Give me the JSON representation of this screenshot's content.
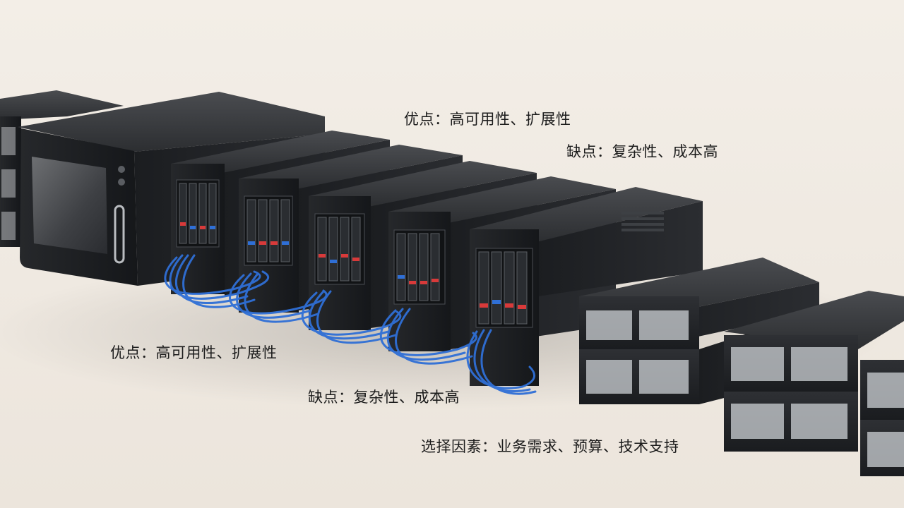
{
  "labels": {
    "pros_top": "优点：高可用性、扩展性",
    "cons_top": "缺点：复杂性、成本高",
    "pros_bottom": "优点：高可用性、扩展性",
    "cons_bottom": "缺点：复杂性、成本高",
    "factors": "选择因素：业务需求、预算、技术支持"
  },
  "colors": {
    "background": "#efe9e1",
    "server_body": "#1e2022",
    "server_top": "#3a3c3f",
    "cable": "#2f6fd6",
    "text": "#1c1c1c"
  },
  "scene": {
    "tower_servers": 5,
    "rack_units": 6
  }
}
